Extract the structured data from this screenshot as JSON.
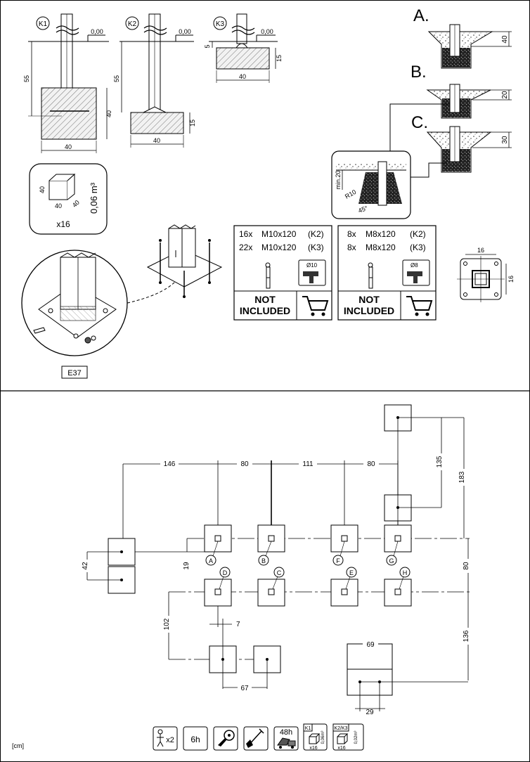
{
  "post_types": [
    {
      "label": "K1",
      "ground_level": "0,00",
      "depth_label": "55",
      "block_height": "40",
      "block_width": "40"
    },
    {
      "label": "K2",
      "ground_level": "0,00",
      "depth_label": "55",
      "block_height": "15",
      "block_width": "40"
    },
    {
      "label": "K3",
      "ground_level": "0,00",
      "top_label": "5",
      "block_height": "15",
      "block_width": "40"
    }
  ],
  "options": [
    {
      "letter": "A.",
      "dimension": "40"
    },
    {
      "letter": "B.",
      "dimension": "20"
    },
    {
      "letter": "C.",
      "dimension": "30"
    }
  ],
  "detail": {
    "min_label": "min.20",
    "radius_label": "R10",
    "angle_label": "45°"
  },
  "concrete": {
    "height": "40",
    "width": "40",
    "depth": "40",
    "volume": "0,06 m³",
    "quantity": "x16"
  },
  "ref_code": "E37",
  "kit_k": {
    "line1_qty": "16x",
    "line1_bolt": "M10x120",
    "line1_type": "(K2)",
    "line2_qty": "22x",
    "line2_bolt": "M10x120",
    "line2_type": "(K3)",
    "drill": "Ø10",
    "not_line1": "NOT",
    "not_line2": "INCLUDED"
  },
  "kit_m": {
    "line1_qty": "8x",
    "line1_bolt": "M8x120",
    "line1_type": "(K2)",
    "line2_qty": "8x",
    "line2_bolt": "M8x120",
    "line2_type": "(K3)",
    "drill": "Ø8",
    "not_line1": "NOT",
    "not_line2": "INCLUDED"
  },
  "plate": {
    "width": "16",
    "height": "16"
  },
  "layout": {
    "top_dims": [
      "146",
      "80",
      "111",
      "80"
    ],
    "right_dims": [
      "135",
      "183",
      "80",
      "136"
    ],
    "left_dims": [
      "42",
      "19",
      "102"
    ],
    "small_dims": [
      "7",
      "67",
      "69",
      "29"
    ],
    "post_letters": [
      "A",
      "B",
      "F",
      "G",
      "D",
      "C",
      "E",
      "H"
    ]
  },
  "footer": {
    "unit": "[cm]",
    "persons": "x2",
    "hours": "6h",
    "cure": "48h",
    "box1_label": "K1",
    "box1_qty": "x16",
    "box1_vol": "0,06m³",
    "box2_label": "K2/K3",
    "box2_qty": "x16",
    "box2_vol": "0,02m³"
  }
}
